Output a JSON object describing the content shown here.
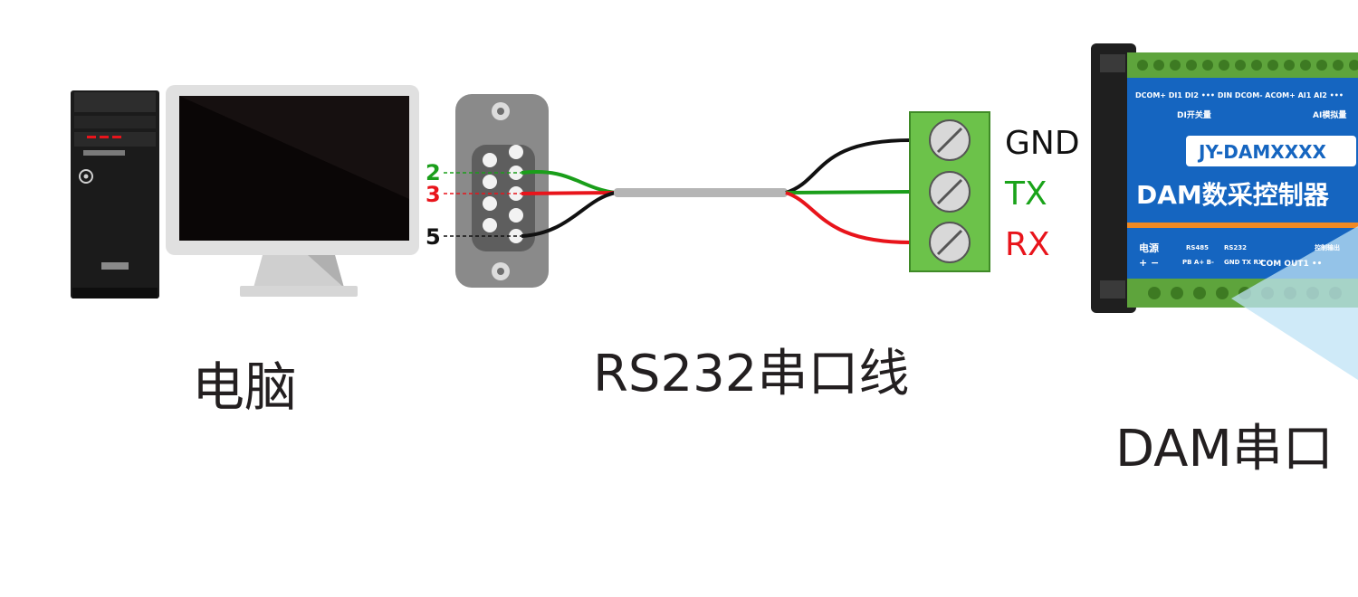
{
  "labels": {
    "computer": "电脑",
    "cable": "RS232串口线",
    "device_caption": "DAM串口"
  },
  "db9_pins": [
    {
      "number": "2",
      "color": "#1a9e1a"
    },
    {
      "number": "3",
      "color": "#e8141b"
    },
    {
      "number": "5",
      "color": "#111111"
    }
  ],
  "terminal": {
    "pins": [
      {
        "name": "GND",
        "color": "#111111"
      },
      {
        "name": "TX",
        "color": "#1aa31a"
      },
      {
        "name": "RX",
        "color": "#e8141b"
      }
    ]
  },
  "device": {
    "model": "JY-DAMXXXX",
    "title": "DAM数采控制器",
    "top_labels": "DCOM+ DI1 DI2 ••• DIN DCOM-  ACOM+ AI1 AI2 •••",
    "group_di": "DI开关量",
    "group_ai": "AI模拟量",
    "power_label": "电源",
    "power_pins": "+   −",
    "rs485_label": "RS485",
    "rs485_pins": "PB A+ B-",
    "rs232_label": "RS232",
    "rs232_pins": "GND TX RX",
    "control_label": "控制输出",
    "out_pins": "COM  OUT1  ••"
  },
  "colors": {
    "device_blue": "#1565c0",
    "terminal_green": "#6cc24a",
    "cable_gray": "#b5b5b5",
    "wire_green": "#1a9e1a",
    "wire_red": "#e8141b",
    "wire_black": "#111111"
  }
}
